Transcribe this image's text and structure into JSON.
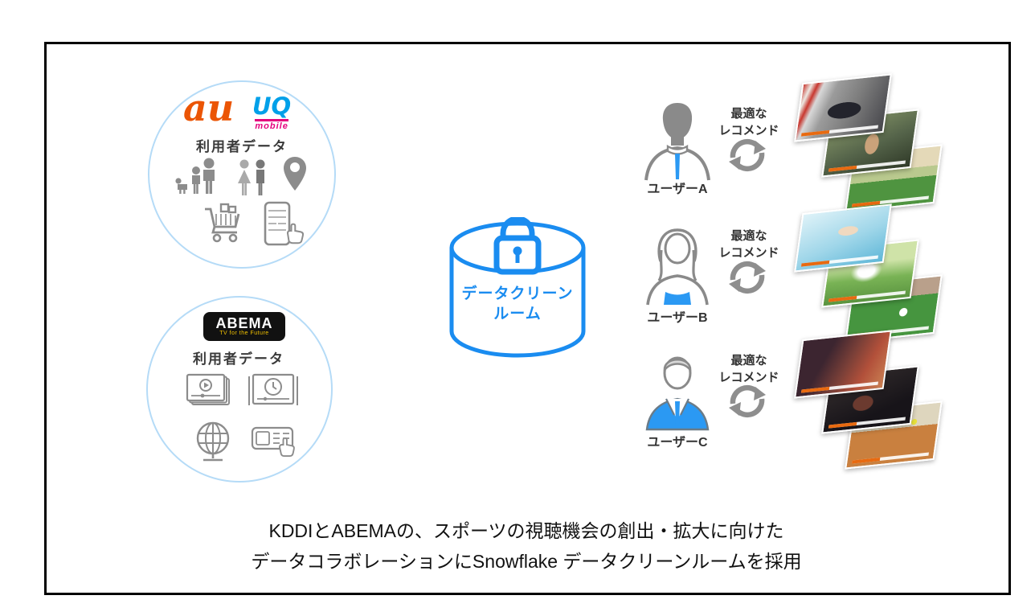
{
  "diagram": {
    "kddi_circle": {
      "au_logo": "au",
      "uq_logo_top": "UQ",
      "uq_logo_bottom": "mobile",
      "label": "利用者データ",
      "icons": [
        "family-icon",
        "couple-icon",
        "location-pin-icon",
        "shopping-cart-icon",
        "smartphone-tap-icon"
      ]
    },
    "abema_circle": {
      "logo": "ABEMA",
      "logo_sub": "TV for the Future",
      "label": "利用者データ",
      "icons": [
        "video-playlist-icon",
        "tv-watchtime-icon",
        "globe-icon",
        "remote-control-tap-icon"
      ]
    },
    "clean_room": {
      "line1": "データクリーン",
      "line2": "ルーム",
      "icon": "lock-icon"
    },
    "users": [
      {
        "name": "ユーザーA",
        "rec1": "最適な",
        "rec2": "レコメンド",
        "thumbs": [
          "formula1-race",
          "sprinter-crouch-start",
          "stadium-field"
        ]
      },
      {
        "name": "ユーザーB",
        "rec1": "最適な",
        "rec2": "レコメンド",
        "thumbs": [
          "swimmer",
          "golf-swing",
          "soccer-pitch"
        ]
      },
      {
        "name": "ユーザーC",
        "rec1": "最適な",
        "rec2": "レコメンド",
        "thumbs": [
          "track-sprinters",
          "boxing-match",
          "tennis-clay-court"
        ]
      }
    ],
    "caption": {
      "line1": "KDDIとABEMAの、スポーツの視聴機会の創出・拡大に向けた",
      "line2": "データコラボレーションにSnowflake データクリーンルームを採用"
    },
    "colors": {
      "arrow_blue": "#2b99f3",
      "arrow_gray": "#b3b3b3",
      "clean_room_blue": "#1a8cf0",
      "circle_border": "#b5dbf7",
      "au_orange": "#eb5505",
      "uq_blue": "#00a0e9",
      "uq_pink": "#e5017d",
      "abema_bg": "#111111",
      "abema_sub_yellow": "#f5c400"
    }
  }
}
